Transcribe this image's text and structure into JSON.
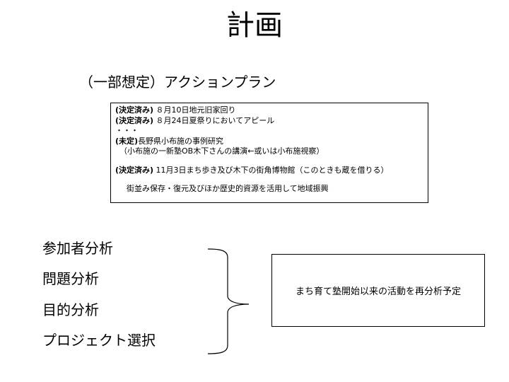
{
  "slide": {
    "title": "計画",
    "subtitle": "（一部想定）アクションプラン"
  },
  "plan_box": {
    "lines": [
      {
        "tag": "(決定済み)",
        "text": " ８月10日地元旧家回り"
      },
      {
        "tag": "(決定済み)",
        "text": " ８月24日夏祭りにおいてアピール"
      },
      {
        "tag": "",
        "text": "・・・"
      },
      {
        "tag": "(未定)",
        "text": "長野県小布施の事例研究"
      },
      {
        "tag": "",
        "text": "（小布施の一新塾OB木下さんの講演←或いは小布施視察）"
      },
      {
        "tag": "(決定済み)",
        "text": " 11月3日まち歩き及び木下の街角博物館（このときも蔵を借りる）"
      },
      {
        "tag": "",
        "text": "街並み保存・復元及びほか歴史的資源を活用して地域振興"
      }
    ]
  },
  "analysis": {
    "items": [
      "参加者分析",
      "問題分析",
      "目的分析",
      "プロジェクト選択"
    ]
  },
  "summary": {
    "text": "まち育て塾開始以来の活動を再分析予定"
  }
}
